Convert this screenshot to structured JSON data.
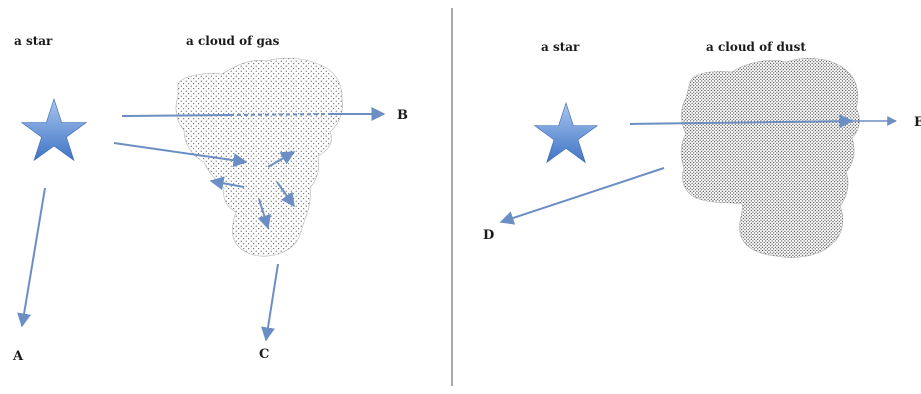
{
  "left_panel": {
    "star_label": "a star",
    "cloud_label": "a cloud of gas",
    "point_labels": {
      "a": "A",
      "b": "B",
      "c": "C"
    }
  },
  "right_panel": {
    "star_label": "a star",
    "cloud_label": "a cloud of dust",
    "point_labels": {
      "d": "D",
      "e": "E"
    }
  },
  "colors": {
    "star_fill_top": "#a9c6ef",
    "star_fill_bottom": "#3f74c4",
    "arrow": "#6b8fc4",
    "divider": "#555555",
    "label": "#1a1a1a"
  }
}
